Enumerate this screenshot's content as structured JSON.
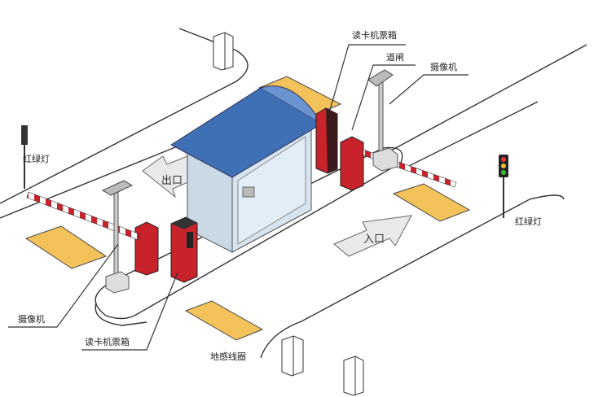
{
  "labels": {
    "card_reader_top": "读卡机票箱",
    "barrier_gate": "道闸",
    "camera_top": "摄像机",
    "traffic_light_left": "红绿灯",
    "exit": "出口",
    "traffic_light_right": "红绿灯",
    "entrance": "入口",
    "camera_bottom": "摄像机",
    "card_reader_bottom": "读卡机票箱",
    "ground_loop": "地感线圈"
  },
  "colors": {
    "barrier_red": "#c8232a",
    "roof_blue": "#3f6fb5",
    "loop_yellow": "#f3c25a",
    "glass": "#d6e4ef"
  }
}
